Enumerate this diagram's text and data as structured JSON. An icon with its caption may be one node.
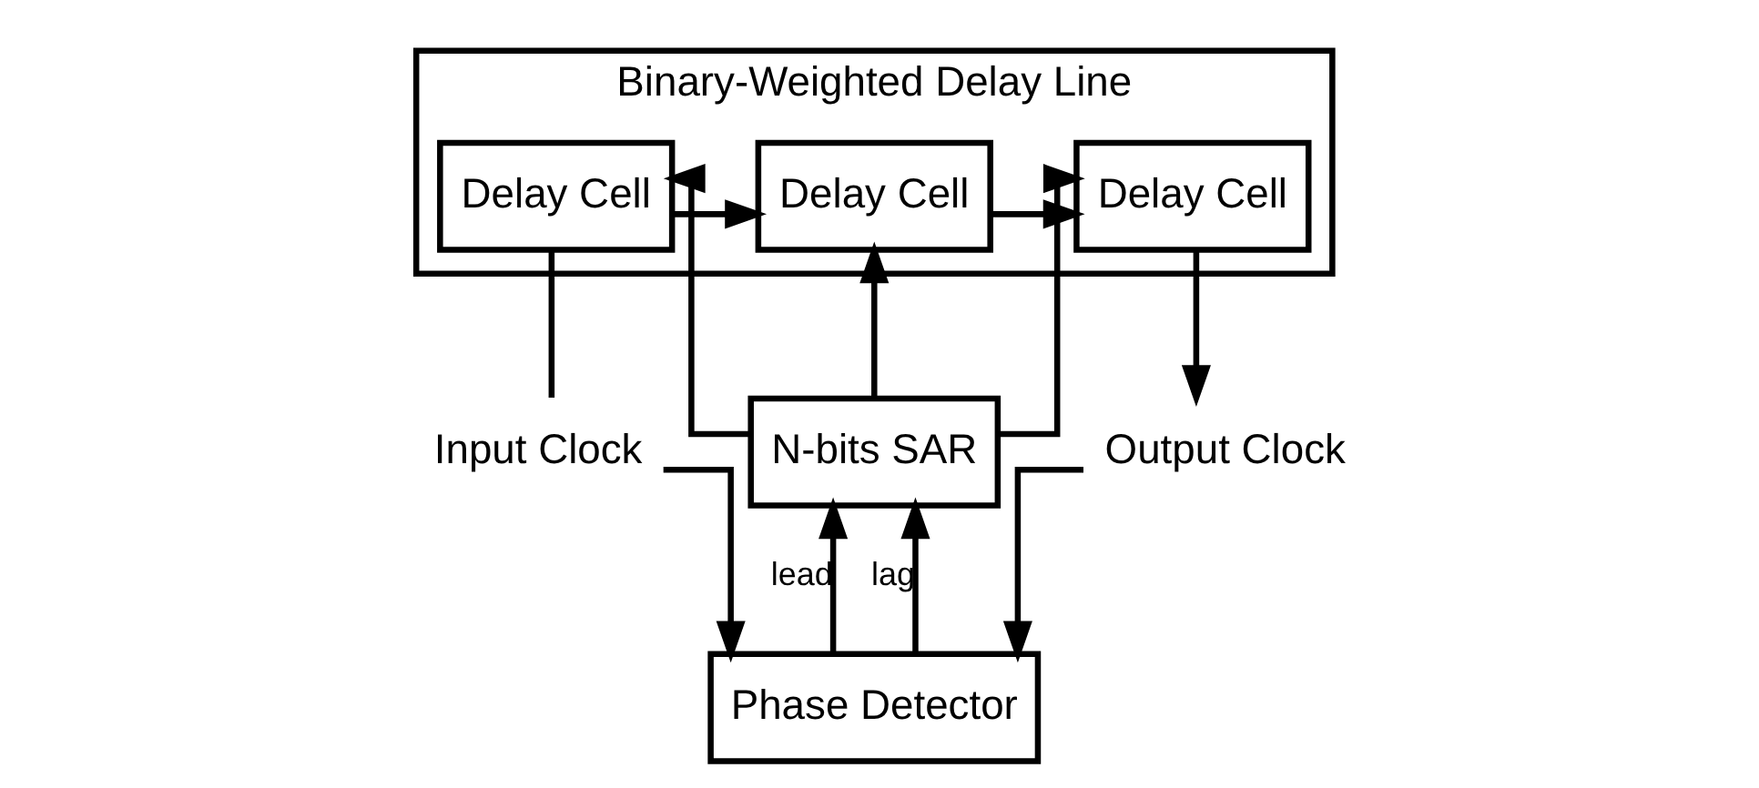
{
  "diagram": {
    "nodes": [
      {
        "text": [
          "Input Clock"
        ]
      },
      {
        "text": [
          "Binary-Weighted Delay Line"
        ]
      },
      {
        "text": [
          "Delay Cell"
        ],
        "in": 1
      },
      {
        "text": [
          "Delay Cell"
        ],
        "in": 1
      },
      {
        "text": [
          "Delay Cell"
        ],
        "in": 1
      },
      {
        "text": [
          "Output Clock"
        ]
      },
      {
        "text": [
          "N-bits SAR"
        ]
      },
      {
        "text": [
          "Phase Detector"
        ]
      }
    ],
    "edges": [
      {
        "from": 0,
        "to": 2,
        "arrow": "none"
      },
      {
        "from": 2,
        "to": 3,
        "arrow": "to"
      },
      {
        "from": 3,
        "to": 4,
        "arrow": "to"
      },
      {
        "from": 4,
        "to": 5,
        "arrow": "to"
      },
      {
        "from": 6,
        "to": 2,
        "arrow": "to"
      },
      {
        "from": 6,
        "to": 3,
        "arrow": "to"
      },
      {
        "from": 6,
        "to": 4,
        "arrow": "to"
      },
      {
        "from": 0,
        "to": 7,
        "arrow": "to"
      },
      {
        "from": 5,
        "to": 7,
        "arrow": "to"
      },
      {
        "from": 7,
        "to": 6,
        "label": "lead",
        "arrow": "to"
      },
      {
        "from": 7,
        "to": 6,
        "label": "lag",
        "arrow": "to"
      }
    ]
  }
}
